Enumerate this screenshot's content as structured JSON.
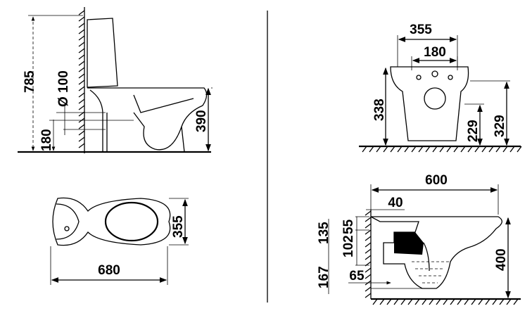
{
  "side_view": {
    "height_total": "785",
    "pipe_diameter": "Ø 100",
    "outlet_height": "180",
    "seat_height": "390"
  },
  "plan_view": {
    "width": "355",
    "length": "680"
  },
  "front_view": {
    "width_outer": "355",
    "width_inner": "180",
    "height_338": "338",
    "height_229": "229",
    "height_329": "329"
  },
  "wall_hung_side_view": {
    "depth": "600",
    "offset": "40",
    "dim_55": "55",
    "dim_135": "135",
    "dim_102": "102",
    "dim_167": "167",
    "dim_65": "65",
    "height": "400"
  }
}
